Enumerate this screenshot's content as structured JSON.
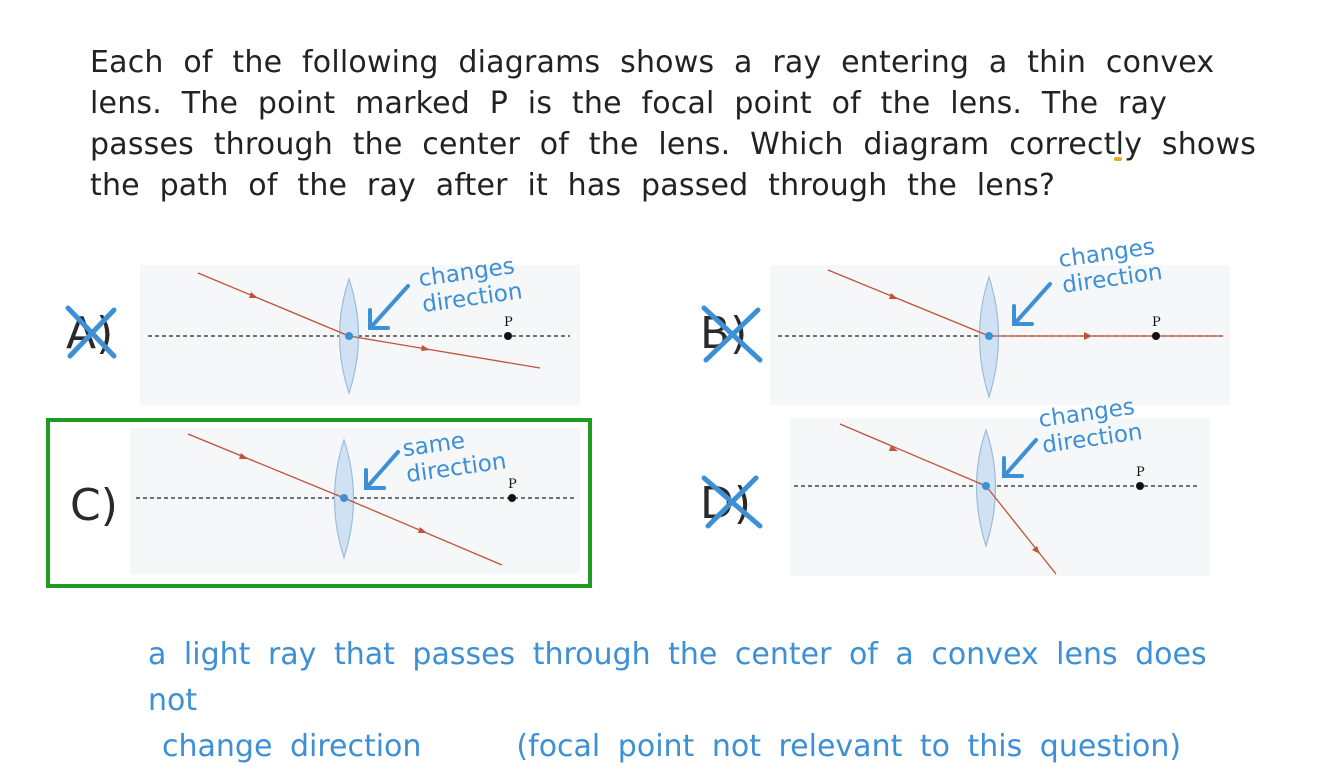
{
  "question": {
    "part1": "Each of the following diagrams shows a ray entering a thin convex lens. The point marked P is the focal point of the lens. The ",
    "highlight": "ray passes through the center of the lens",
    "part2": ". Which diagram correctly shows the path of the ray after it has passed through the lens?"
  },
  "panels": [
    {
      "label": "A)",
      "note": "changes direction",
      "focal_label": "P",
      "crossed": true
    },
    {
      "label": "B)",
      "note": "changes direction",
      "focal_label": "P",
      "crossed": true
    },
    {
      "label": "C)",
      "note": "same direction",
      "focal_label": "P",
      "crossed": false,
      "correct": true
    },
    {
      "label": "D)",
      "note": "changes direction",
      "focal_label": "P",
      "crossed": true
    }
  ],
  "footer": {
    "line1": "a light ray that passes through the center of a convex lens does not",
    "line2a": "change direction",
    "line2b": "(focal point not relevant to this question)"
  },
  "colors": {
    "ink": "#222222",
    "annotation": "#3d8fd6",
    "highlight": "#f0a81e",
    "ray": "#c0533a",
    "correct_box": "#1f9a23",
    "lens_fill": "#cfe1f2"
  }
}
